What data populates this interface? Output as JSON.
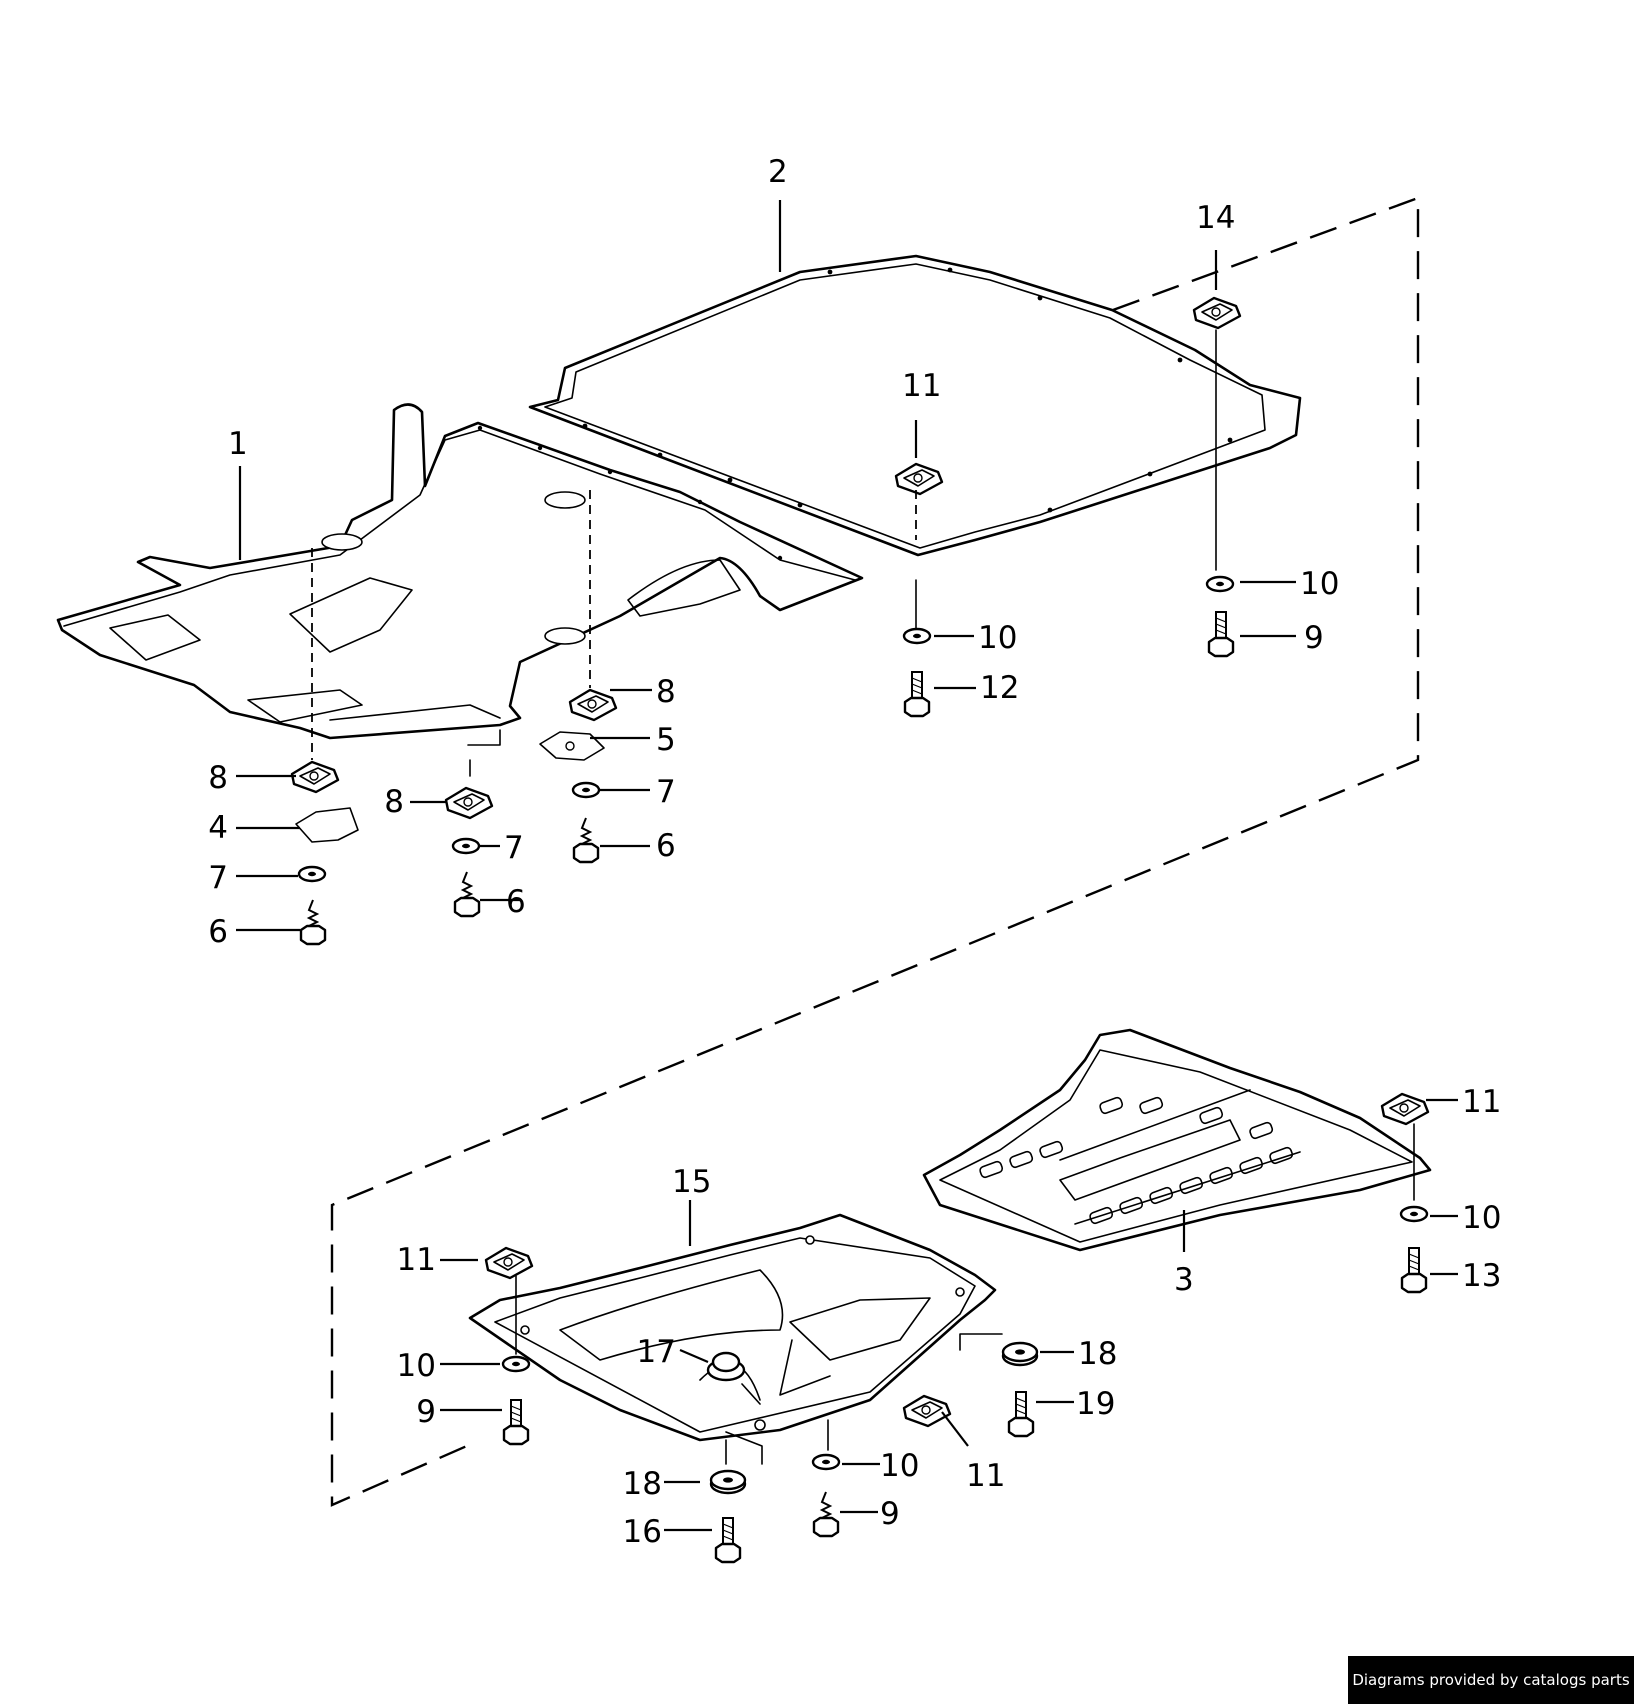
{
  "callouts": {
    "c1": "1",
    "c2": "2",
    "c3": "3",
    "c4": "4",
    "c5": "5",
    "c6a": "6",
    "c6b": "6",
    "c6c": "6",
    "c7a": "7",
    "c7b": "7",
    "c7c": "7",
    "c8a": "8",
    "c8b": "8",
    "c8c": "8",
    "c9a": "9",
    "c9b": "9",
    "c9c": "9",
    "c10a": "10",
    "c10b": "10",
    "c10c": "10",
    "c10d": "10",
    "c10e": "10",
    "c11a": "11",
    "c11b": "11",
    "c11c": "11",
    "c11d": "11",
    "c12": "12",
    "c13": "13",
    "c14": "14",
    "c15": "15",
    "c16": "16",
    "c17": "17",
    "c18a": "18",
    "c18b": "18",
    "c19": "19"
  },
  "footer": {
    "credit": "Diagrams provided by catalogs parts"
  }
}
